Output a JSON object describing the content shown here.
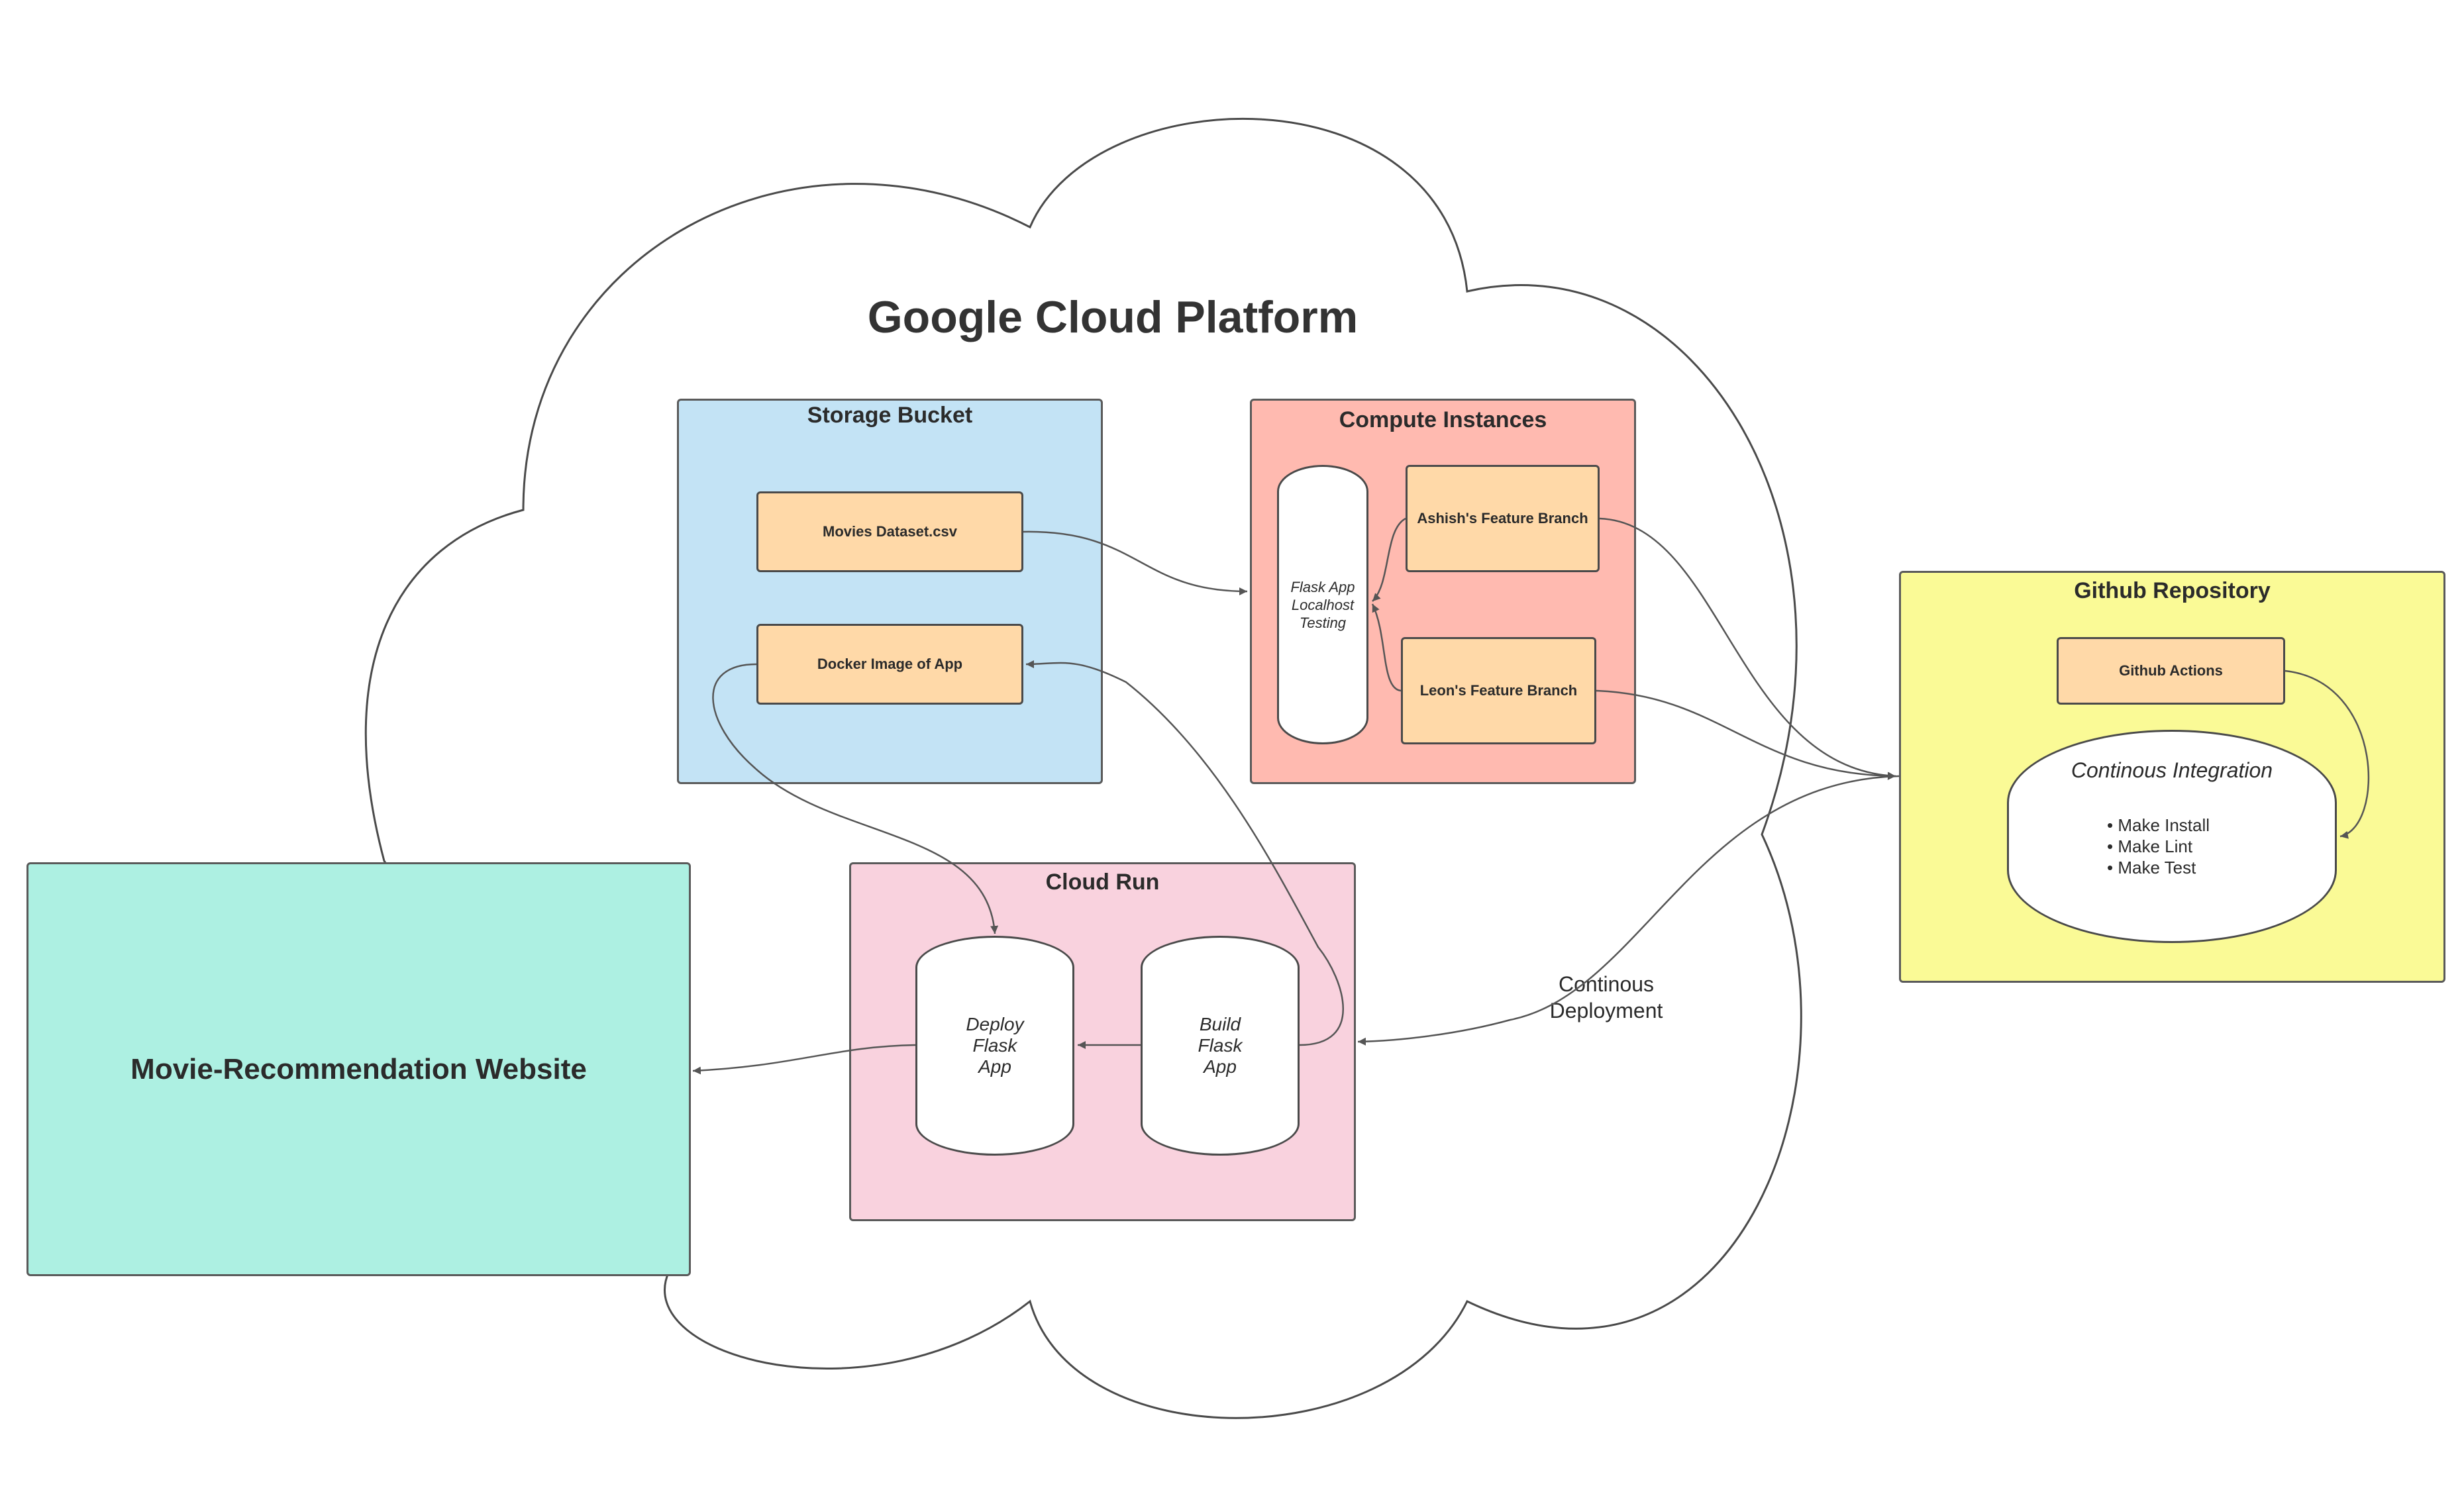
{
  "title": "Google Cloud Platform",
  "storage_bucket": {
    "title": "Storage Bucket",
    "items": [
      "Movies Dataset.csv",
      "Docker Image of App"
    ]
  },
  "compute_instances": {
    "title": "Compute Instances",
    "localhost": "Flask App\nLocalhost\nTesting",
    "branches": [
      "Ashish's Feature Branch",
      "Leon's Feature Branch"
    ]
  },
  "github": {
    "title": "Github Repository",
    "actions": "Github Actions",
    "ci_title": "Continous Integration",
    "ci_steps": [
      "• Make Install",
      "• Make Lint",
      "• Make Test"
    ]
  },
  "cloud_run": {
    "title": "Cloud Run",
    "deploy": "Deploy\nFlask\nApp",
    "build": "Build\nFlask\nApp"
  },
  "website": {
    "title": "Movie-Recommendation Website"
  },
  "deployment_label": "Continous\nDeployment",
  "colors": {
    "storage": "#c3e3f5",
    "compute": "#ffbab0",
    "github": "#fafa96",
    "cloud_run": "#f9d2de",
    "website": "#adf0e2",
    "item": "#ffd9a8"
  }
}
